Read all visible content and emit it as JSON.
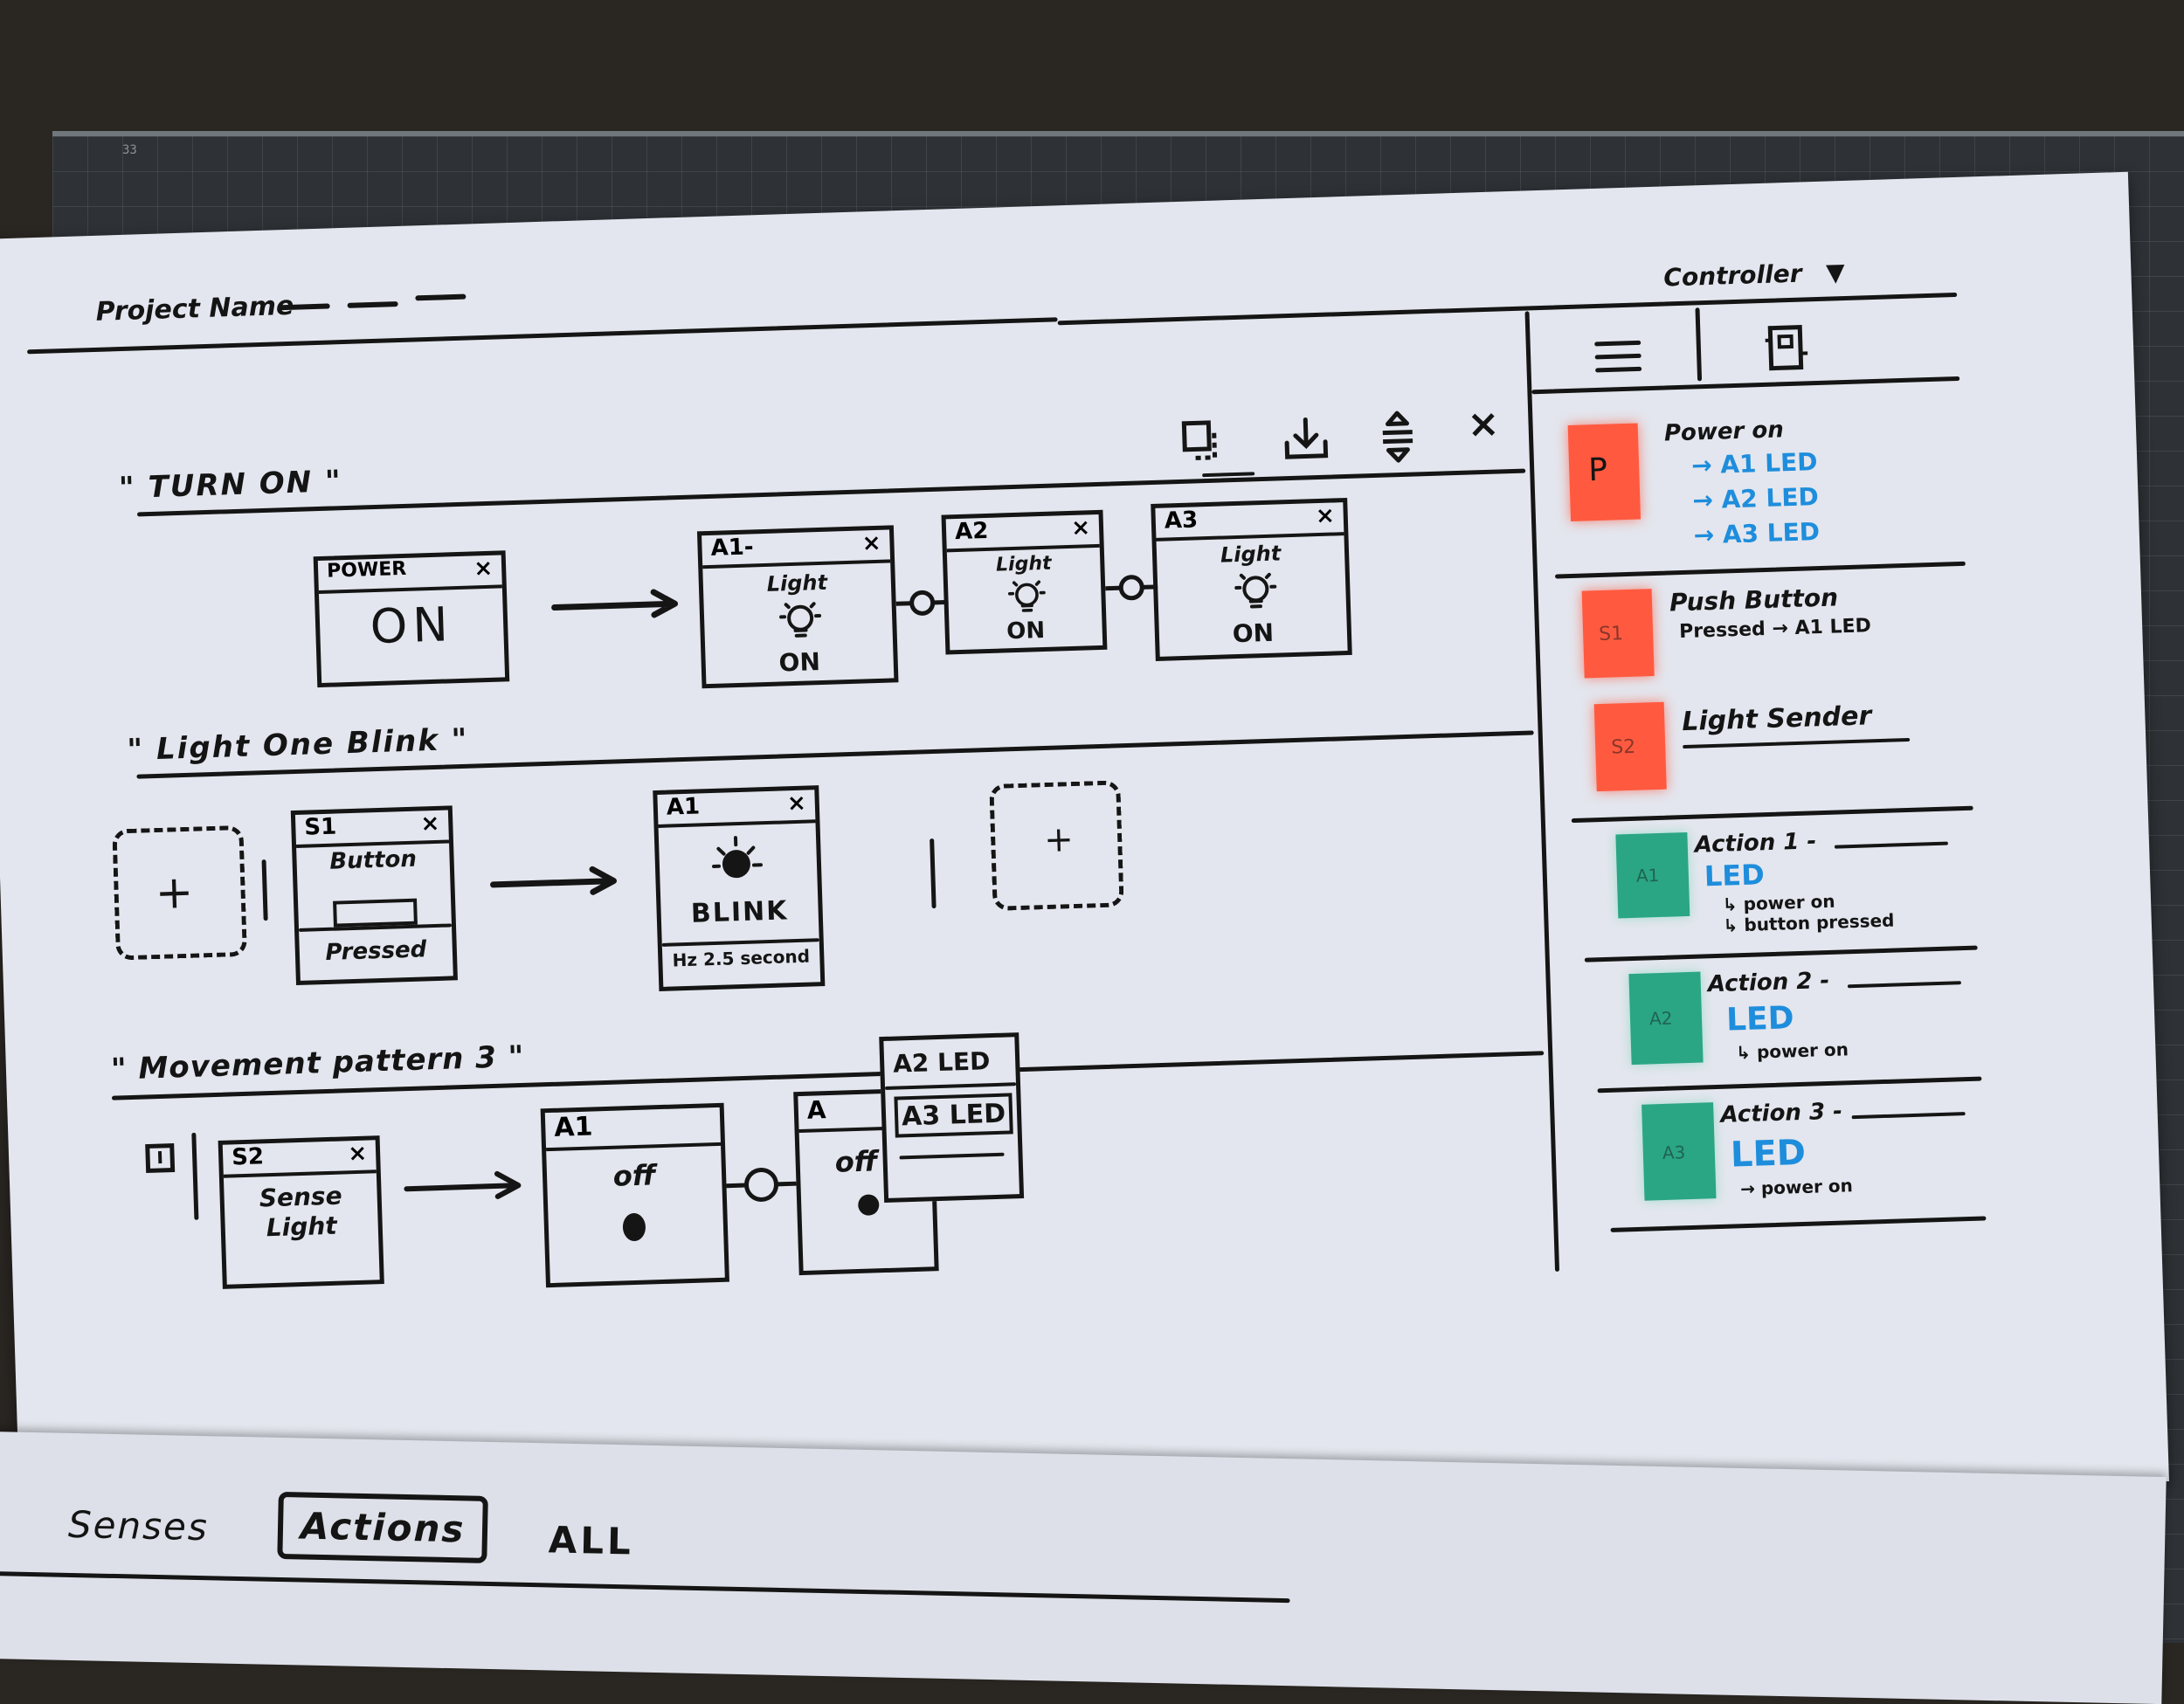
{
  "header": {
    "project_name": "Project Name",
    "controller_label": "Controller",
    "controller_caret": "▼"
  },
  "toolbar": {
    "copy_icon": "copy-icon",
    "download_icon": "download-icon",
    "sort_icon": "sort-icon",
    "close_label": "×"
  },
  "sidebar": {
    "menu_icon": "hamburger-icon",
    "device_icon": "device-icon",
    "items": [
      {
        "tag": "P",
        "title": "Power on",
        "lines": [
          "→ A1 LED",
          "→ A2 LED",
          "→ A3 LED"
        ]
      },
      {
        "tag": "S1",
        "title": "Push Button",
        "lines": [
          "Pressed → A1 LED"
        ]
      },
      {
        "tag": "S2",
        "title": "Light Sender",
        "lines": []
      },
      {
        "tag": "A1",
        "title": "Action 1 -",
        "lines": [
          "LED",
          "↳ power on",
          "↳ button pressed"
        ]
      },
      {
        "tag": "A2",
        "title": "Action 2 -",
        "lines": [
          "LED",
          "↳ power on"
        ]
      },
      {
        "tag": "A3",
        "title": "Action 3 -",
        "lines": [
          "LED",
          "→ power on"
        ]
      }
    ]
  },
  "sequences": [
    {
      "title": "\" TURN ON \"",
      "cards": [
        {
          "id": "POWER",
          "close": "×",
          "body": "ON"
        },
        {
          "id": "A1-",
          "close": "×",
          "top": "Light",
          "bottom": "ON"
        },
        {
          "id": "A2",
          "close": "×",
          "top": "Light",
          "bottom": "ON"
        },
        {
          "id": "A3",
          "close": "×",
          "top": "Light",
          "bottom": "ON"
        }
      ]
    },
    {
      "title": "\" Light One Blink \"",
      "add_label": "+",
      "cards": [
        {
          "id": "S1",
          "close": "×",
          "top": "Button",
          "bottom": "Pressed"
        },
        {
          "id": "A1",
          "close": "×",
          "bottom": "BLINK",
          "footer": "Hz 2.5 second"
        }
      ]
    },
    {
      "title": "\" Movement pattern 3 \"",
      "cards": [
        {
          "id": "S2",
          "close": "×",
          "top": "Sense Light"
        },
        {
          "id": "A1",
          "top": "off"
        },
        {
          "id": "A",
          "top": "off"
        }
      ],
      "dropdown": [
        "A2 LED",
        "A3 LED"
      ]
    }
  ],
  "bottom_tabs": [
    {
      "label": "Senses",
      "selected": false
    },
    {
      "label": "Actions",
      "selected": true
    },
    {
      "label": "ALL",
      "selected": false
    }
  ],
  "colors": {
    "paper": "#e3e6ee",
    "ink": "#151515",
    "sticky_red": "#ff5a40",
    "sticky_teal": "#2aa684",
    "marker_blue": "#1e8ddc"
  }
}
